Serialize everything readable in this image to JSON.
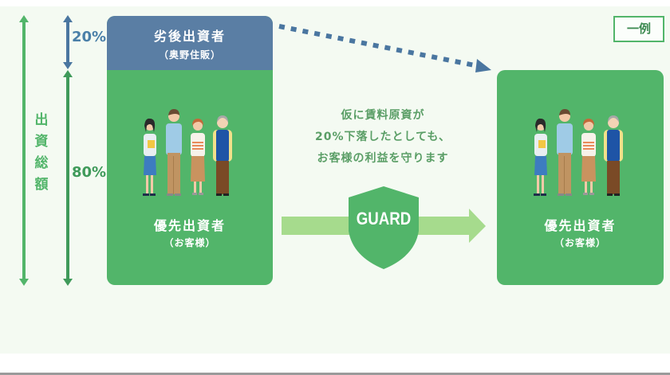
{
  "total_label": "出資総額",
  "subordinate_pct": "20%",
  "priority_pct": "80%",
  "left_box": {
    "subordinate_title": "劣後出資者",
    "subordinate_sub": "（奥野住販）",
    "priority_title": "優先出資者",
    "priority_sub": "（お客様）"
  },
  "message": [
    "仮に賃料原資が",
    "20%下落したとしても、",
    "お客様の利益を守ります"
  ],
  "guard_label": "GUARD",
  "right_box": {
    "priority_title": "優先出資者",
    "priority_sub": "（お客様）"
  },
  "example_badge": "一例",
  "colors": {
    "green": "#52b56a",
    "blue": "#5a7ea4",
    "light_green": "#a6db8d",
    "dark_green": "#3f9a5a"
  }
}
